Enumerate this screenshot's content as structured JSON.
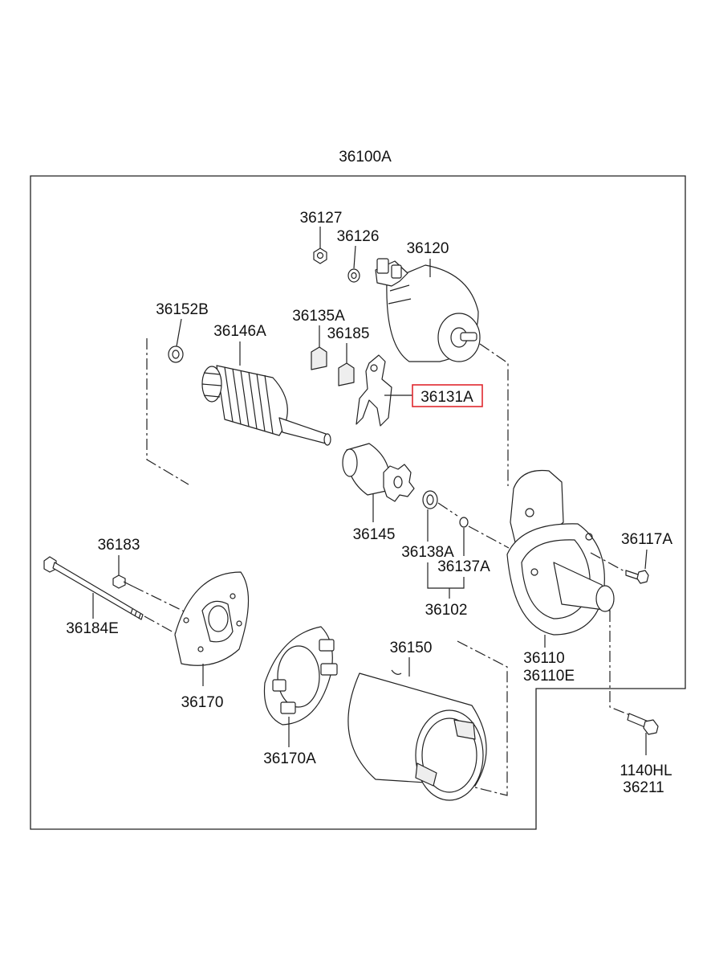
{
  "diagram": {
    "assembly_label": "36100A",
    "highlight_color": "#e0282e",
    "callouts": {
      "c36127": "36127",
      "c36126": "36126",
      "c36120": "36120",
      "c36152B": "36152B",
      "c36146A": "36146A",
      "c36135A": "36135A",
      "c36185": "36185",
      "c36131A": "36131A",
      "c36145": "36145",
      "c36138A": "36138A",
      "c36137A": "36137A",
      "c36102": "36102",
      "c36117A": "36117A",
      "c36110": "36110",
      "c36110E": "36110E",
      "c36183": "36183",
      "c36184E": "36184E",
      "c36170": "36170",
      "c36150": "36150",
      "c36170A": "36170A",
      "c1140HL": "1140HL",
      "c36211": "36211"
    }
  }
}
